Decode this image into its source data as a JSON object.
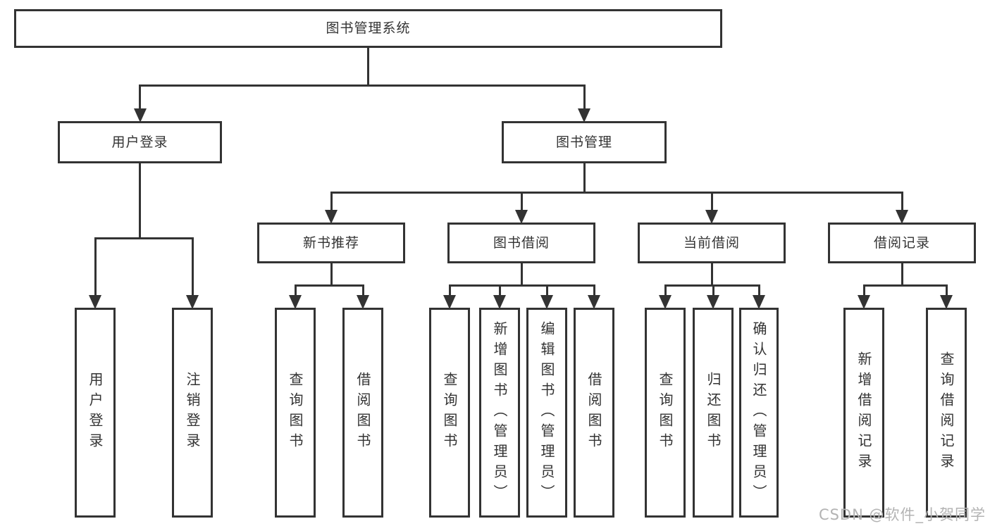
{
  "page": {
    "background": "#ffffff"
  },
  "diagram": {
    "title": "图书管理系统",
    "line_color": "#333333",
    "box_border_color": "#333333",
    "text_color": "#333333",
    "nodes": [
      {
        "id": "root",
        "label": "图书管理系统",
        "orientation": "horizontal",
        "level": 1
      },
      {
        "id": "user-login",
        "label": "用户登录",
        "orientation": "horizontal",
        "level": 2
      },
      {
        "id": "book-mgmt",
        "label": "图书管理",
        "orientation": "horizontal",
        "level": 2
      },
      {
        "id": "new-book",
        "label": "新书推荐",
        "orientation": "horizontal",
        "level": 3
      },
      {
        "id": "book-borrow",
        "label": "图书借阅",
        "orientation": "horizontal",
        "level": 3
      },
      {
        "id": "current-borrow",
        "label": "当前借阅",
        "orientation": "horizontal",
        "level": 3
      },
      {
        "id": "borrow-records",
        "label": "借阅记录",
        "orientation": "horizontal",
        "level": 3
      },
      {
        "id": "leaf-user-login",
        "label": "用户登录",
        "orientation": "vertical",
        "level": 4
      },
      {
        "id": "leaf-logout",
        "label": "注销登录",
        "orientation": "vertical",
        "level": 4
      },
      {
        "id": "nb-query",
        "label": "查询图书",
        "orientation": "vertical",
        "level": 4
      },
      {
        "id": "nb-borrow",
        "label": "借阅图书",
        "orientation": "vertical",
        "level": 4
      },
      {
        "id": "bb-query",
        "label": "查询图书",
        "orientation": "vertical",
        "level": 4
      },
      {
        "id": "bb-add",
        "label": "新增图书（管理员）",
        "orientation": "vertical",
        "level": 4
      },
      {
        "id": "bb-edit",
        "label": "编辑图书（管理员）",
        "orientation": "vertical",
        "level": 4
      },
      {
        "id": "bb-borrow",
        "label": "借阅图书",
        "orientation": "vertical",
        "level": 4
      },
      {
        "id": "cb-query",
        "label": "查询图书",
        "orientation": "vertical",
        "level": 4
      },
      {
        "id": "cb-return",
        "label": "归还图书",
        "orientation": "vertical",
        "level": 4
      },
      {
        "id": "cb-confirm",
        "label": "确认归还（管理员）",
        "orientation": "vertical",
        "level": 4
      },
      {
        "id": "br-add",
        "label": "新增借阅记录",
        "orientation": "vertical",
        "level": 4
      },
      {
        "id": "br-query",
        "label": "查询借阅记录",
        "orientation": "vertical",
        "level": 4
      }
    ],
    "hierarchy": [
      {
        "parent": "root",
        "children": [
          "user-login",
          "book-mgmt"
        ]
      },
      {
        "parent": "user-login",
        "children": [
          "leaf-user-login",
          "leaf-logout"
        ]
      },
      {
        "parent": "book-mgmt",
        "children": [
          "new-book",
          "book-borrow",
          "current-borrow",
          "borrow-records"
        ]
      },
      {
        "parent": "new-book",
        "children": [
          "nb-query",
          "nb-borrow"
        ]
      },
      {
        "parent": "book-borrow",
        "children": [
          "bb-query",
          "bb-add",
          "bb-edit",
          "bb-borrow"
        ]
      },
      {
        "parent": "current-borrow",
        "children": [
          "cb-query",
          "cb-return",
          "cb-confirm"
        ]
      },
      {
        "parent": "borrow-records",
        "children": [
          "br-add",
          "br-query"
        ]
      }
    ]
  },
  "watermark": {
    "text": "CSDN @软件_小贺同学",
    "color": "#b3b3b3"
  }
}
